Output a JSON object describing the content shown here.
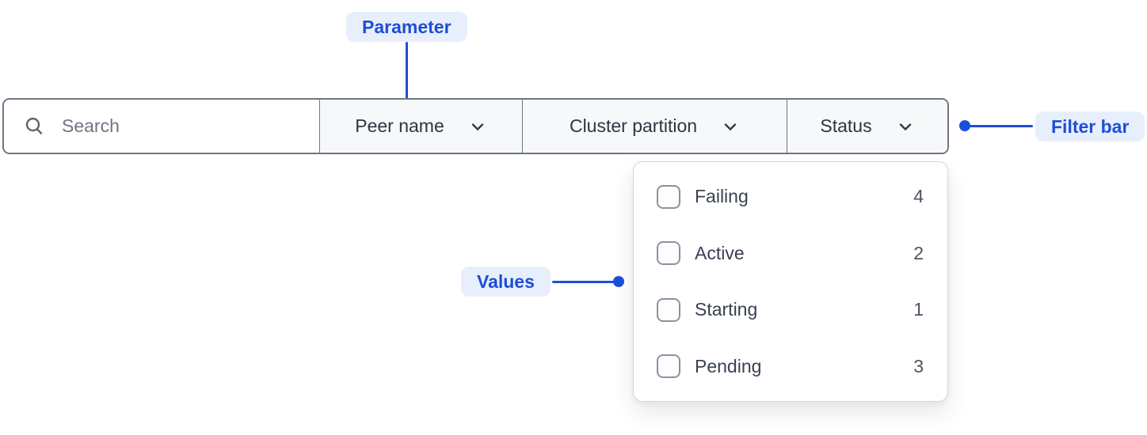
{
  "annotations": {
    "parameter_label": "Parameter",
    "filter_bar_label": "Filter bar",
    "values_label": "Values"
  },
  "filter_bar": {
    "search": {
      "placeholder": "Search",
      "value": ""
    },
    "dropdowns": [
      {
        "label": "Peer name"
      },
      {
        "label": "Cluster partition"
      },
      {
        "label": "Status"
      }
    ]
  },
  "status_dropdown": {
    "options": [
      {
        "label": "Failing",
        "count": "4",
        "checked": false
      },
      {
        "label": "Active",
        "count": "2",
        "checked": false
      },
      {
        "label": "Starting",
        "count": "1",
        "checked": false
      },
      {
        "label": "Pending",
        "count": "3",
        "checked": false
      }
    ]
  },
  "colors": {
    "accent": "#1d4ed8",
    "badge_bg": "#e8effc",
    "bar_border": "#6f7683",
    "section_bg": "#f7f8f9",
    "text_dark": "#2e3440",
    "muted_text": "#6e7582",
    "panel_border": "#d3d7dd",
    "checkbox_border": "#8a92a3",
    "count_color": "#4b5462",
    "label_color": "#374151",
    "icon_color": "#5d6470",
    "chevron_color": "#343b48"
  }
}
